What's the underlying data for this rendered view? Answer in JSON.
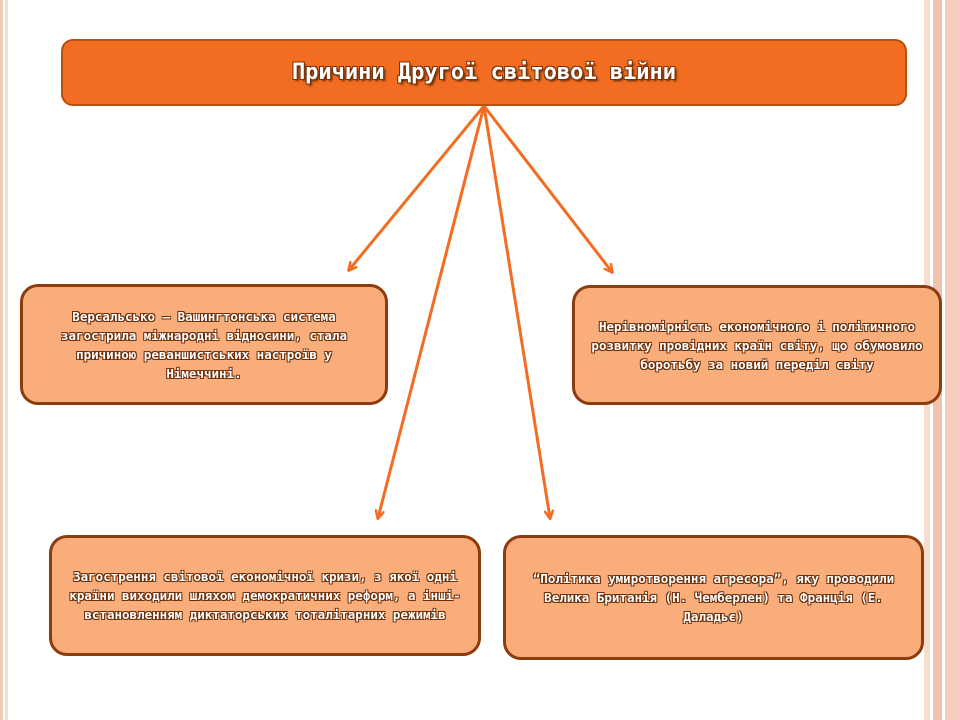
{
  "diagram": {
    "title": "Причини Другої світової війни",
    "causes": [
      "Версальсько – Вашингтонська система загострила міжнародні відносини, стала причиною реваншистських настроїв у Німеччині.",
      "Нерівномірність економічного і політичного розвитку провідних країн світу, що обумовило боротьбу за новий переділ світу",
      "Загострення світової економічної кризи, з якої одні країни виходили шляхом демократичних реформ, а інші- встановленням диктаторських тоталітарних режимів",
      "“Політика умиротворення агресора”, яку проводили Велика Британія (Н. Чемберлен) та Франція (Е. Даладьє)"
    ]
  },
  "colors": {
    "title_fill": "#f26d21",
    "box_fill": "#f9ad7a",
    "box_border": "#8c3c0d",
    "arrow": "#f26d21"
  }
}
